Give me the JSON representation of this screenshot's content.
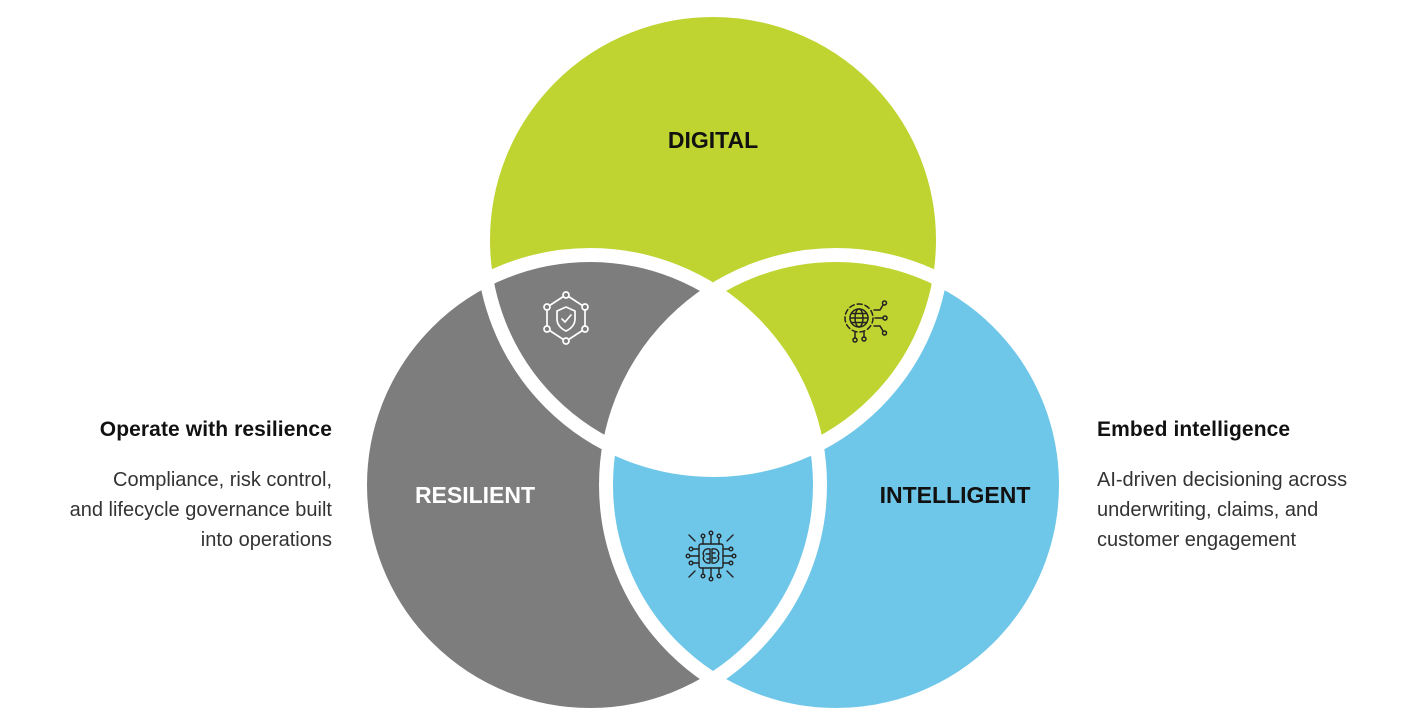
{
  "colors": {
    "digital": "#bfd430",
    "resilient": "#7d7d7d",
    "intelligent": "#6ec6e8",
    "gap": "#ffffff",
    "icon_dark": "#222222",
    "icon_light": "#ffffff"
  },
  "circles": {
    "digital": {
      "label": "DIGITAL"
    },
    "resilient": {
      "label": "RESILIENT"
    },
    "intelligent": {
      "label": "INTELLIGENT"
    }
  },
  "overlaps": {
    "digital_resilient": {
      "icon": "shield-network-icon"
    },
    "digital_intelligent": {
      "icon": "globe-gear-icon"
    },
    "resilient_intelligent": {
      "icon": "ai-brain-chip-icon"
    }
  },
  "left_block": {
    "title": "Operate with resilience",
    "lines": [
      "Compliance, risk control,",
      "and lifecycle governance built",
      "into operations"
    ]
  },
  "right_block": {
    "title": "Embed intelligence",
    "lines": [
      "AI-driven decisioning across",
      "underwriting, claims, and",
      "customer engagement"
    ]
  }
}
